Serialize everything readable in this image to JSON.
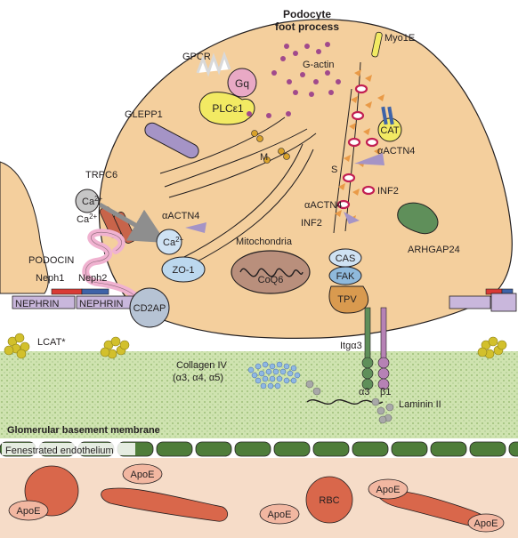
{
  "labels": {
    "title_line1": "Podocyte",
    "title_line2": "foot process",
    "gactin": "G-actin",
    "myo1e": "Myo1E",
    "gpcr": "GPCR",
    "gq": "Gq",
    "plce1": "PLCε1",
    "glepp1": "GLEPP1",
    "m": "M",
    "cat": "CAT",
    "actn4_right": "αACTN4",
    "s": "S",
    "inf2_right": "INF2",
    "actn4_mid": "αACTN4",
    "inf2_left": "INF2",
    "trpc6": "TRPC6",
    "ca_ion": "Ca",
    "ca_ion_sup": "2+",
    "ca_free": "Ca",
    "ca_free_sup": "2+",
    "actn4_left": "αACTN4",
    "ca_inside": "Ca",
    "ca_inside_sup": "2+",
    "mitochondria": "Mitochondria",
    "coq6": "CoQ6",
    "podocin": "PODOCIN",
    "zo1": "ZO-1",
    "cas": "CAS",
    "fak": "FAK",
    "arhgap24": "ARHGAP24",
    "neph1": "Neph1",
    "neph2": "Neph2",
    "nephrin1": "NEPHRIN",
    "nephrin2": "NEPHRIN",
    "cd2ap": "CD2AP",
    "tpv": "TPV",
    "lcat": "LCAT*",
    "itga3": "Itgα3",
    "collagen_line1": "Collagen IV",
    "collagen_line2": "(α3, α4, α5)",
    "a3": "α3",
    "b1": "β1",
    "laminin": "Laminin II",
    "gbm": "Glomerular basement membrane",
    "endothelium": "Fenestrated endothelium",
    "apoe1": "ApoE",
    "apoe2": "ApoE",
    "apoe3": "ApoE",
    "apoe4": "ApoE",
    "apoe5": "ApoE",
    "rbc": "RBC"
  },
  "colors": {
    "podocyte": "#f4cf9d",
    "outline": "#231f20",
    "gbm": "#cfe3b0",
    "endothelium": "#4f7d3a",
    "lumen": "#f6dcc8",
    "rbc": "#d9674b",
    "apoe": "#f2b7a1",
    "glepp1": "#a594c6",
    "gq": "#e9a9c5",
    "plce1": "#f2ea63",
    "zo1": "#bcd8ee",
    "mito": "#b98f7c",
    "actin_bead": "#e99a47",
    "myo1e_bead": "#c21f52",
    "cas": "#cfe2f3",
    "fak": "#8fb9dc",
    "tpv": "#d99a4f",
    "arhgap24": "#5f8f5a",
    "integrin_a": "#5f8f5a",
    "integrin_b": "#b682b5",
    "collagen": "#8fb8e3",
    "lcat": "#d2c02c",
    "nephrin": "#c9b7dc",
    "neph1": "#d93a35",
    "neph2": "#3e63a8",
    "cd2ap": "#b6c3d4",
    "podocin": "#f0b2d0",
    "trpc6": "#c8644a",
    "ca": "#c6c6c6"
  }
}
